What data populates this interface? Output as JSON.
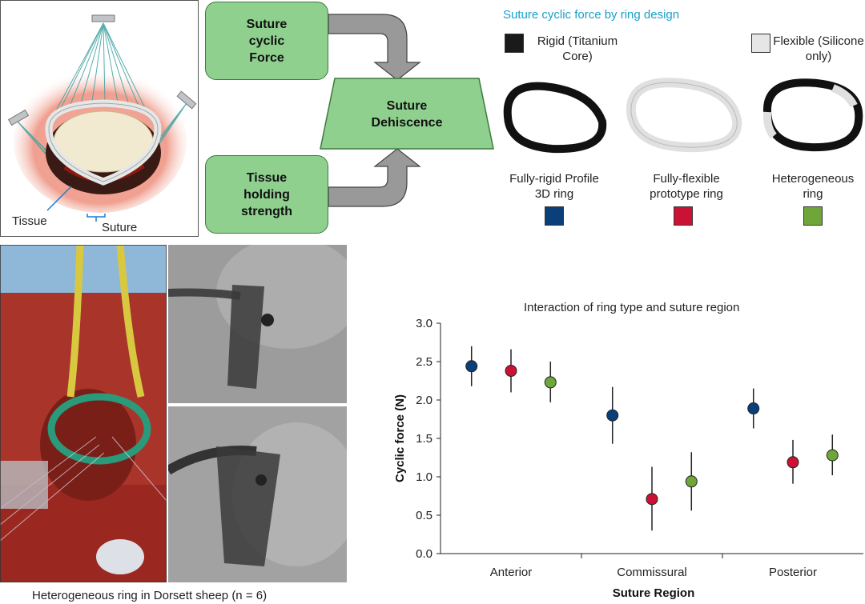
{
  "illustration": {
    "label_tissue": "Tissue",
    "label_suture": "Suture"
  },
  "flow": {
    "box1": "Suture cyclic Force",
    "box2": "Tissue holding strength",
    "box3": "Suture Dehiscence"
  },
  "legend": {
    "title": "Suture cyclic force by ring design",
    "rigid": "Rigid (Titanium Core)",
    "flexible": "Flexible (Silicone only)"
  },
  "rings": [
    {
      "name": "Fully-rigid Profile 3D ring",
      "color": "#0b3f7a"
    },
    {
      "name": "Fully-flexible prototype ring",
      "color": "#cc1234"
    },
    {
      "name": "Heterogeneous ring",
      "color": "#6fa63a"
    }
  ],
  "photos": {
    "caption": "Heterogeneous ring in Dorsett sheep (n = 6)"
  },
  "chart_data": {
    "type": "scatter",
    "title": "Interaction of ring type and suture region",
    "xlabel": "Suture Region",
    "ylabel": "Cyclic force (N)",
    "ylim": [
      0,
      3.0
    ],
    "yticks": [
      "0.0",
      "0.5",
      "1.0",
      "1.5",
      "2.0",
      "2.5",
      "3.0"
    ],
    "categories": [
      "Anterior",
      "Commissural",
      "Posterior"
    ],
    "series": [
      {
        "name": "Fully-rigid Profile 3D ring",
        "color": "#0b3f7a",
        "values": [
          2.44,
          1.8,
          1.89
        ],
        "lower": [
          2.18,
          1.43,
          1.63
        ],
        "upper": [
          2.7,
          2.17,
          2.15
        ]
      },
      {
        "name": "Fully-flexible prototype ring",
        "color": "#cc1234",
        "values": [
          2.38,
          0.71,
          1.19
        ],
        "lower": [
          2.1,
          0.3,
          0.91
        ],
        "upper": [
          2.66,
          1.13,
          1.48
        ]
      },
      {
        "name": "Heterogeneous ring",
        "color": "#6fa63a",
        "values": [
          2.23,
          0.94,
          1.28
        ],
        "lower": [
          1.97,
          0.56,
          1.02
        ],
        "upper": [
          2.5,
          1.32,
          1.55
        ]
      }
    ]
  }
}
